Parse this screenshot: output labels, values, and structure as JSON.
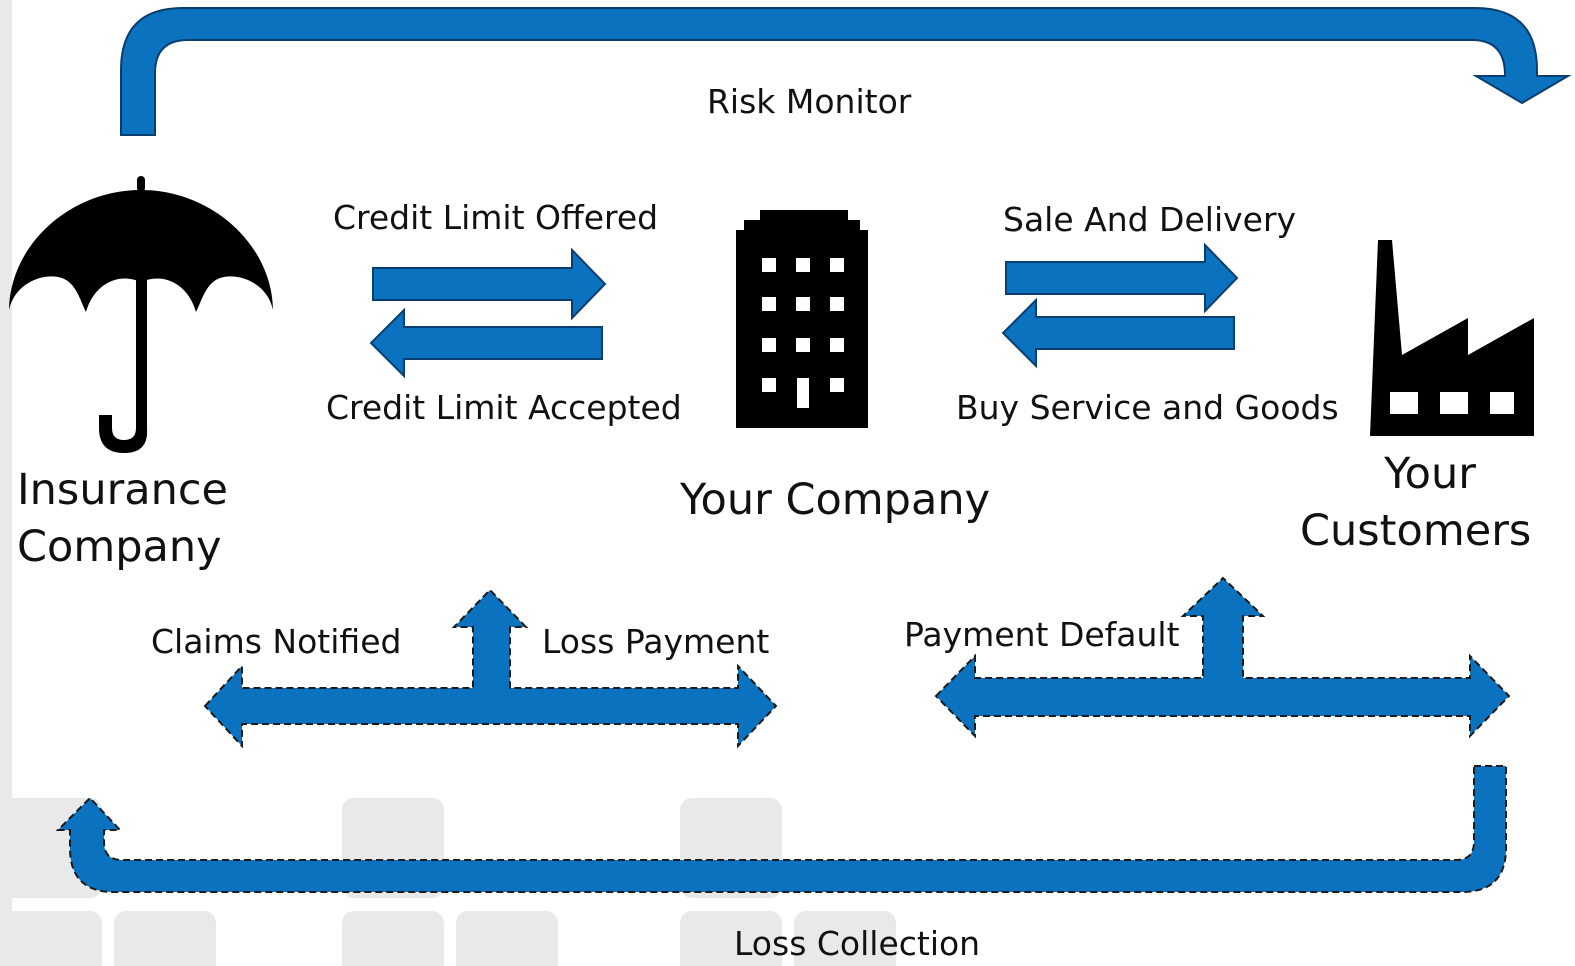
{
  "diagram": {
    "risk_monitor": "Risk Monitor",
    "credit_limit_offered": "Credit Limit Offered",
    "credit_limit_accepted": "Credit Limit Accepted",
    "sale_and_delivery": "Sale And Delivery",
    "buy_service_and_goods": "Buy Service and Goods",
    "claims_notified": "Claims Notified",
    "loss_payment": "Loss Payment",
    "payment_default": "Payment Default",
    "loss_collection": "Loss Collection"
  },
  "nodes": {
    "insurance_line1": "Insurance",
    "insurance_line2": "Company",
    "your_company": "Your Company",
    "customers_line1": "Your",
    "customers_line2": "Customers"
  },
  "icons": {
    "insurance": "umbrella-icon",
    "company": "office-building-icon",
    "customers": "factory-icon"
  },
  "colors": {
    "arrow_fill": "#0B72C0",
    "icon_fill": "#000000",
    "text": "#111111",
    "watermark_tiles": "#E9E9E9"
  }
}
